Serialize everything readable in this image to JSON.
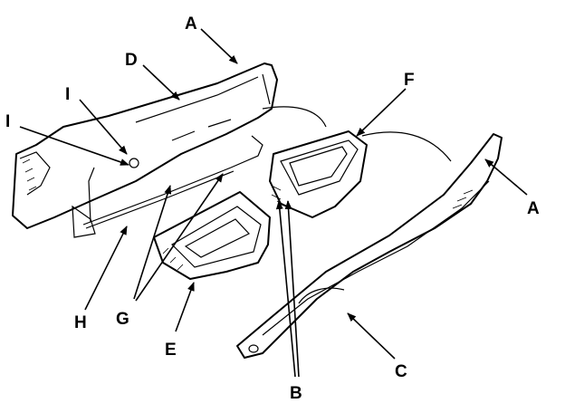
{
  "diagram": {
    "labels": {
      "a_top": "A",
      "a_right": "A",
      "b": "B",
      "c": "C",
      "d": "D",
      "e": "E",
      "f": "F",
      "g": "G",
      "h": "H",
      "i_upper": "I",
      "i_left": "I"
    }
  }
}
